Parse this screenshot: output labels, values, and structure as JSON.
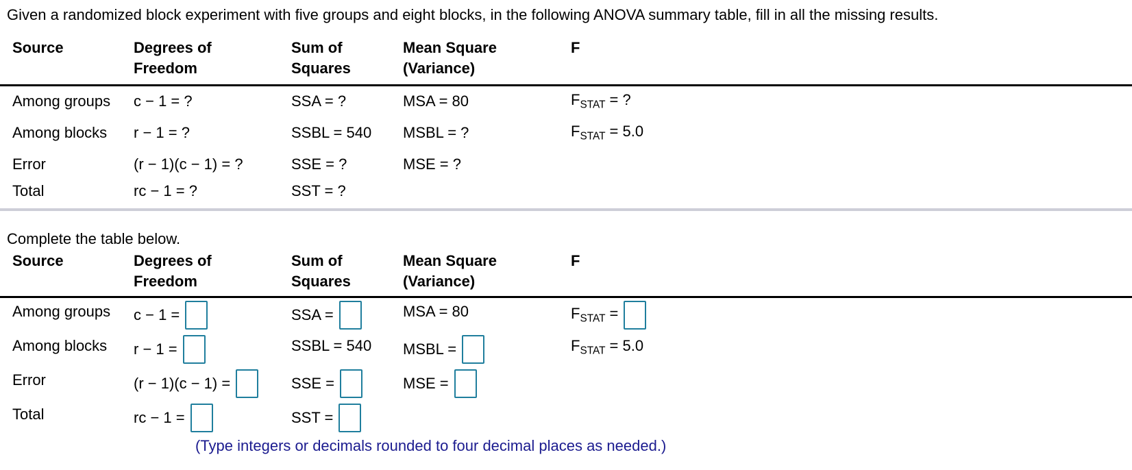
{
  "title": "Given a randomized block experiment with five groups and eight blocks, in the following ANOVA summary table, fill in all the missing results.",
  "subtitle": "Complete the table below.",
  "note": "(Type integers or decimals rounded to four decimal places as needed.)",
  "colors": {
    "input_border": "#1f7e9d",
    "note_text": "#1b1b8f",
    "divider": "#cdced8"
  },
  "header": {
    "source": "Source",
    "df_line1": "Degrees of",
    "df_line2": "Freedom",
    "ss_line1": "Sum of",
    "ss_line2": "Squares",
    "ms_line1": "Mean Square",
    "ms_line2": "(Variance)",
    "f": "F"
  },
  "summary_table": {
    "rows": [
      {
        "source": "Among groups",
        "df": "c − 1 = ?",
        "ss": "SSA = ?",
        "ms": "MSA = 80",
        "f_base": "F",
        "f_sub": "STAT",
        "f_rest": "= ?"
      },
      {
        "source": "Among blocks",
        "df": "r − 1 = ?",
        "ss": "SSBL = 540",
        "ms": "MSBL = ?",
        "f_base": "F",
        "f_sub": "STAT",
        "f_rest": "= 5.0"
      },
      {
        "source": "Error",
        "df": "(r − 1)(c − 1) = ?",
        "ss": "SSE = ?",
        "ms": "MSE = ?"
      },
      {
        "source": "Total",
        "df": "rc − 1 = ?",
        "ss": "SST = ?"
      }
    ]
  },
  "entry_table": {
    "rows": [
      {
        "source": "Among groups",
        "df_label": "c − 1 =",
        "ss_label": "SSA =",
        "ms_label": "MSA = 80",
        "f_base": "F",
        "f_sub": "STAT",
        "f_rest": "="
      },
      {
        "source": "Among blocks",
        "df_label": "r − 1 =",
        "ss_label": "SSBL = 540",
        "ms_label": "MSBL =",
        "f_base": "F",
        "f_sub": "STAT",
        "f_rest": "= 5.0"
      },
      {
        "source": "Error",
        "df_label": "(r − 1)(c − 1) =",
        "ss_label": "SSE =",
        "ms_label": "MSE ="
      },
      {
        "source": "Total",
        "df_label": "rc − 1 =",
        "ss_label": "SST ="
      }
    ]
  }
}
